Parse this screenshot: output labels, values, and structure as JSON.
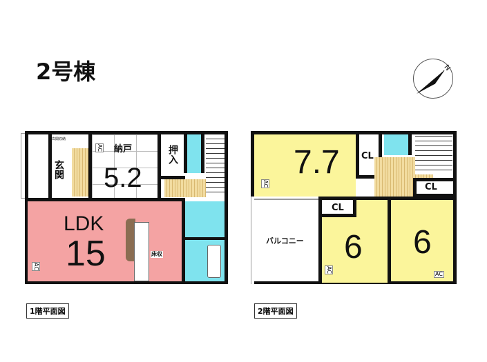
{
  "title": "2号棟",
  "compass": {
    "label": "N"
  },
  "floor1": {
    "caption": "1階平面図",
    "rooms": {
      "entrance_storage": "玄関収納",
      "entrance": "玄関",
      "storeroom": "納戸",
      "storeroom_size": "5.2",
      "closet": "押入",
      "ldk": "LDK",
      "ldk_size": "15",
      "floor_storage": "床収",
      "ac": "AC"
    }
  },
  "floor2": {
    "caption": "2階平面図",
    "rooms": {
      "room_a_size": "7.7",
      "closet": "CL",
      "balcony": "バルコニー",
      "room_b_size": "6",
      "room_c_size": "6",
      "ac": "AC"
    }
  },
  "colors": {
    "ldk": "#f4a3a3",
    "bedroom": "#fbf59b",
    "wet": "#7fe3ee",
    "wood": "#f2dca0"
  }
}
